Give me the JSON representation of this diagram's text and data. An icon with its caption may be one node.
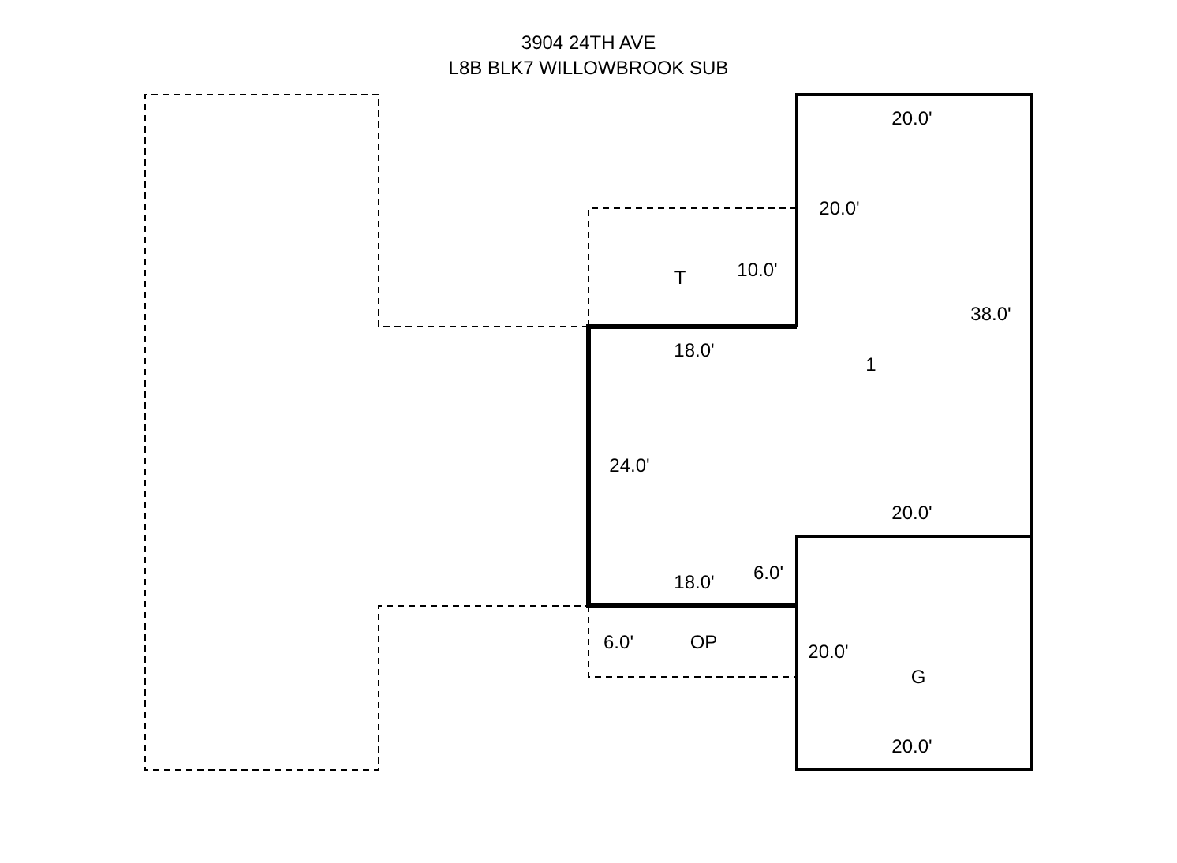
{
  "diagram": {
    "labels": [
      "3904 24TH AVE",
      "L8B BLK7 WILLOWBROOK SUB",
      "20.0'",
      "20.0'",
      "T",
      "10.0'",
      "38.0'",
      "18.0'",
      "1",
      "24.0'",
      "20.0'",
      "6.0'",
      "18.0'",
      "6.0'",
      "OP",
      "20.0'",
      "G",
      "20.0'"
    ]
  }
}
